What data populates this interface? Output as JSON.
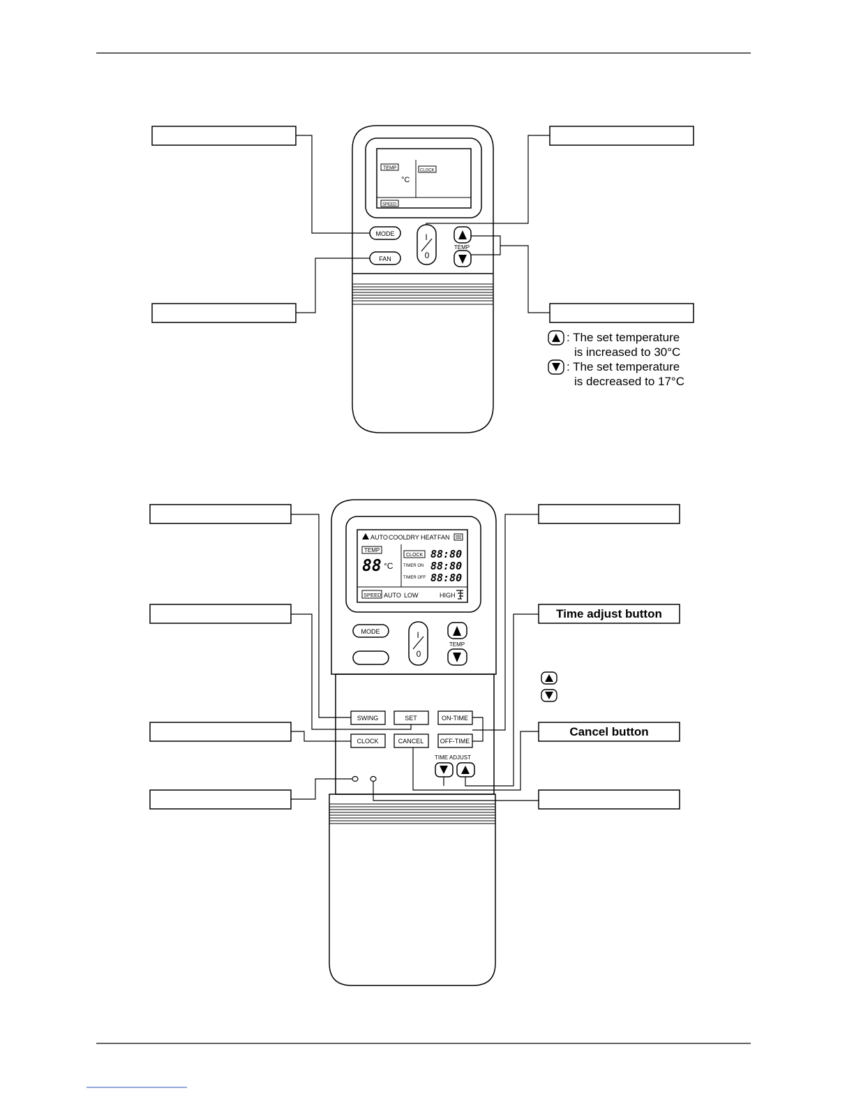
{
  "remote1": {
    "lcd": {
      "temp_badge": "TEMP",
      "clock_badge": "CLOCK",
      "unit": "°C",
      "speed_badge": "SPEED"
    },
    "buttons": {
      "mode": "MODE",
      "fan": "FAN",
      "power_on": "I",
      "power_off": "0",
      "temp": "TEMP"
    },
    "notes": {
      "up_line1": ": The set temperature",
      "up_line2": "is increased to 30°C",
      "down_line1": ": The set temperature",
      "down_line2": "is decreased to 17°C"
    }
  },
  "remote2": {
    "lcd": {
      "modes": [
        "AUTO",
        "COOL",
        "DRY",
        "HEAT",
        "FAN"
      ],
      "temp_badge": "TEMP",
      "temp_value": "88",
      "unit": "°C",
      "clock_badge": "CLOCK",
      "timer_on": "TIMER ON",
      "timer_off": "TIMER OFF",
      "time_value": "88:80",
      "speed_badge": "SPEED",
      "speed_auto": "AUTO",
      "speed_low": "LOW",
      "speed_high": "HIGH"
    },
    "buttons": {
      "mode": "MODE",
      "power_on": "I",
      "power_off": "0",
      "temp": "TEMP",
      "swing": "SWING",
      "set": "SET",
      "on_time": "ON-TIME",
      "clock": "CLOCK",
      "cancel": "CANCEL",
      "off_time": "OFF-TIME",
      "time_adjust": "TIME ADJUST"
    },
    "callouts": {
      "time_adjust_button": "Time adjust button",
      "cancel_button": "Cancel button"
    }
  }
}
